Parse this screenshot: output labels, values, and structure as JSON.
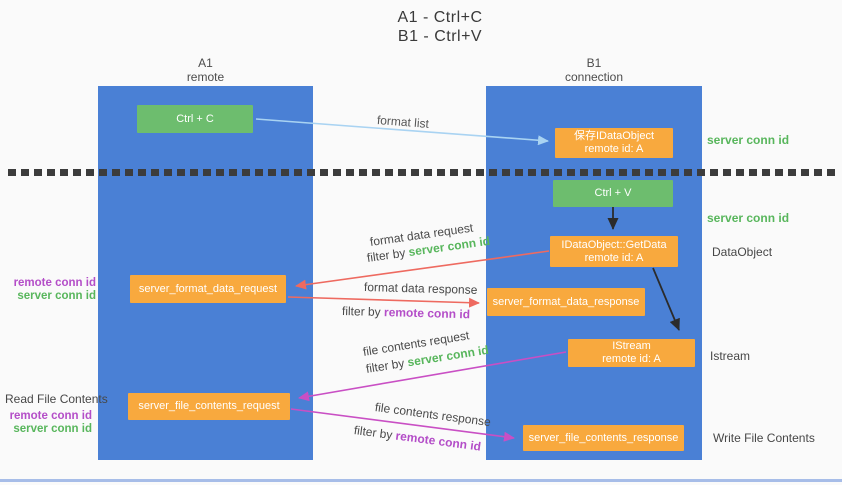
{
  "title": {
    "line1": "A1 - Ctrl+C",
    "line2": "B1 - Ctrl+V"
  },
  "lanes": {
    "a1": {
      "name": "A1",
      "subtitle": "remote"
    },
    "b1": {
      "name": "B1",
      "subtitle": "connection"
    }
  },
  "nodes": {
    "ctrl_c": "Ctrl + C",
    "ctrl_v": "Ctrl + V",
    "save_idataobject": {
      "line1": "保存IDataObject",
      "line2": "remote id: A"
    },
    "getdata": {
      "line1": "IDataObject::GetData",
      "line2": "remote id: A"
    },
    "istream": {
      "line1": "IStream",
      "line2": "remote id: A"
    },
    "format_request": "server_format_data_request",
    "format_response": "server_format_data_response",
    "file_request": "server_file_contents_request",
    "file_response": "server_file_contents_response"
  },
  "arrow_labels": {
    "format_list": "format list",
    "format_data_request": "format data request",
    "format_data_response": "format data response",
    "file_contents_request": "file contents request",
    "file_contents_response": "file contents response",
    "filter_by": "filter by"
  },
  "side_labels": {
    "server_conn_id": "server conn id",
    "remote_conn_id": "remote conn id",
    "dataobject": "DataObject",
    "istream": "Istream",
    "read_file_contents": "Read File Contents",
    "write_file_contents": "Write File Contents"
  },
  "colors": {
    "lane_blue": "#4a80d5",
    "box_green": "#6dbd6e",
    "box_orange": "#f8a93e",
    "green_text": "#58b65c",
    "purple_text": "#b44ec8",
    "arrow_red": "#ee6a60",
    "arrow_magenta": "#c94fc4",
    "arrow_light_blue": "#a9d3f2",
    "arrow_black": "#2b2b2b"
  }
}
